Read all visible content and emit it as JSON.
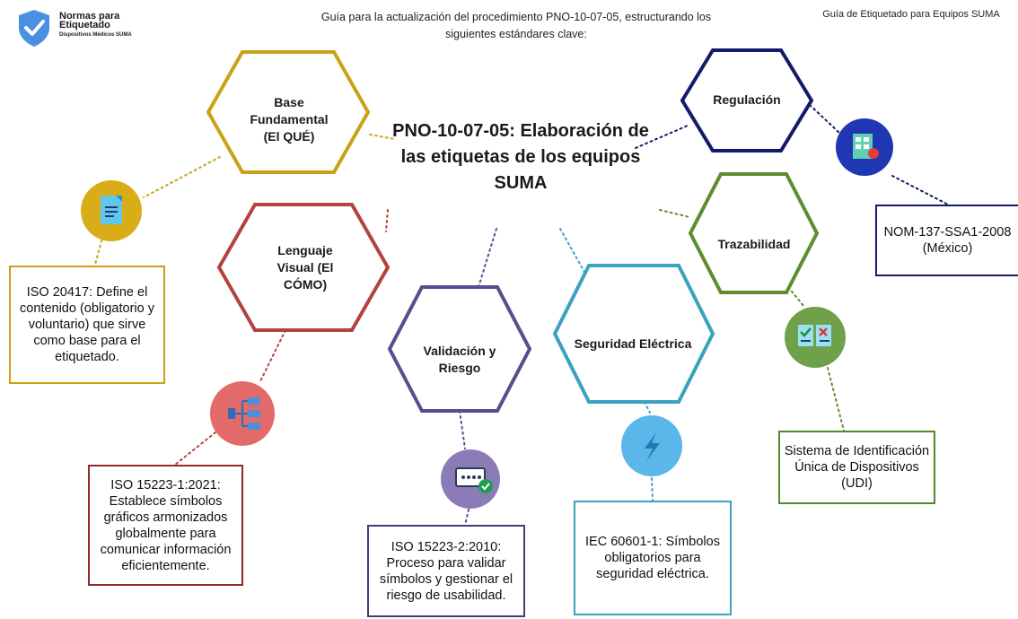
{
  "header": {
    "logo_title": "Normas para Etiquetado",
    "logo_subtitle": "Dispositivos Médicos SUMA",
    "intro_text": "Guía para la actualización del procedimiento PNO-10-07-05, estructurando los siguientes estándares clave:",
    "top_right_title": "Guía de Etiquetado para Equipos SUMA"
  },
  "center": {
    "title": "PNO-10-07-05: Elaboración de las etiquetas de los equipos SUMA"
  },
  "colors": {
    "gold": "#c8a217",
    "red": "#b1443f",
    "purple": "#5e4b8f",
    "cyan": "#3aa3c0",
    "green": "#5e8c2f",
    "navy": "#141a6b"
  },
  "nodes": {
    "base": {
      "label": "Base Fundamental (El QUÉ)",
      "icon": "document-icon",
      "box_text": "ISO 20417: Define el contenido (obligatorio y voluntario) que sirve como base para el etiquetado."
    },
    "lenguaje": {
      "label": "Lenguaje Visual (El CÓMO)",
      "icon": "hierarchy-icon",
      "box_text": "ISO 15223-1:2021: Establece símbolos gráficos armonizados globalmente para comunicar información eficientemente."
    },
    "validacion": {
      "label": "Validación y Riesgo",
      "icon": "password-check-icon",
      "box_text": "ISO 15223-2:2010: Proceso para validar símbolos y gestionar el riesgo de usabilidad."
    },
    "seguridad": {
      "label": "Seguridad Eléctrica",
      "icon": "lightning-icon",
      "box_text": "IEC 60601-1: Símbolos obligatorios para seguridad eléctrica."
    },
    "trazabilidad": {
      "label": "Trazabilidad",
      "icon": "checklist-icon",
      "box_text": "Sistema de Identificación Única de Dispositivos (UDI)"
    },
    "regulacion": {
      "label": "Regulación",
      "icon": "building-icon",
      "box_text": "NOM-137-SSA1-2008 (México)"
    }
  }
}
